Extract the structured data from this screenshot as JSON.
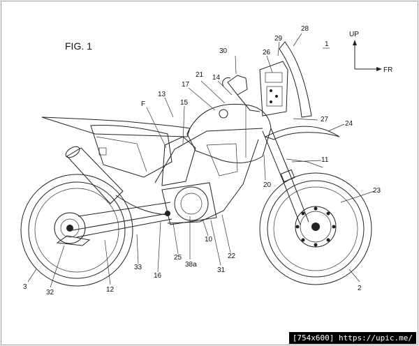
{
  "figure": {
    "title": "FIG. 1",
    "overall_ref": "1"
  },
  "directions": {
    "up": "UP",
    "front": "FR"
  },
  "labels": {
    "l2": "2",
    "l3": "3",
    "l10": "10",
    "l11": "11",
    "l12": "12",
    "l13": "13",
    "l14": "14",
    "l15": "15",
    "l16": "16",
    "l17": "17",
    "lF": "F",
    "l20": "20",
    "l21": "21",
    "l22": "22",
    "l23": "23",
    "l24": "24",
    "l25": "25",
    "l26": "26",
    "l27": "27",
    "l28": "28",
    "l29": "29",
    "l30": "30",
    "l31": "31",
    "l32": "32",
    "l33": "33",
    "l38a": "38a"
  },
  "watermark": "[754x600] https://upic.me/"
}
